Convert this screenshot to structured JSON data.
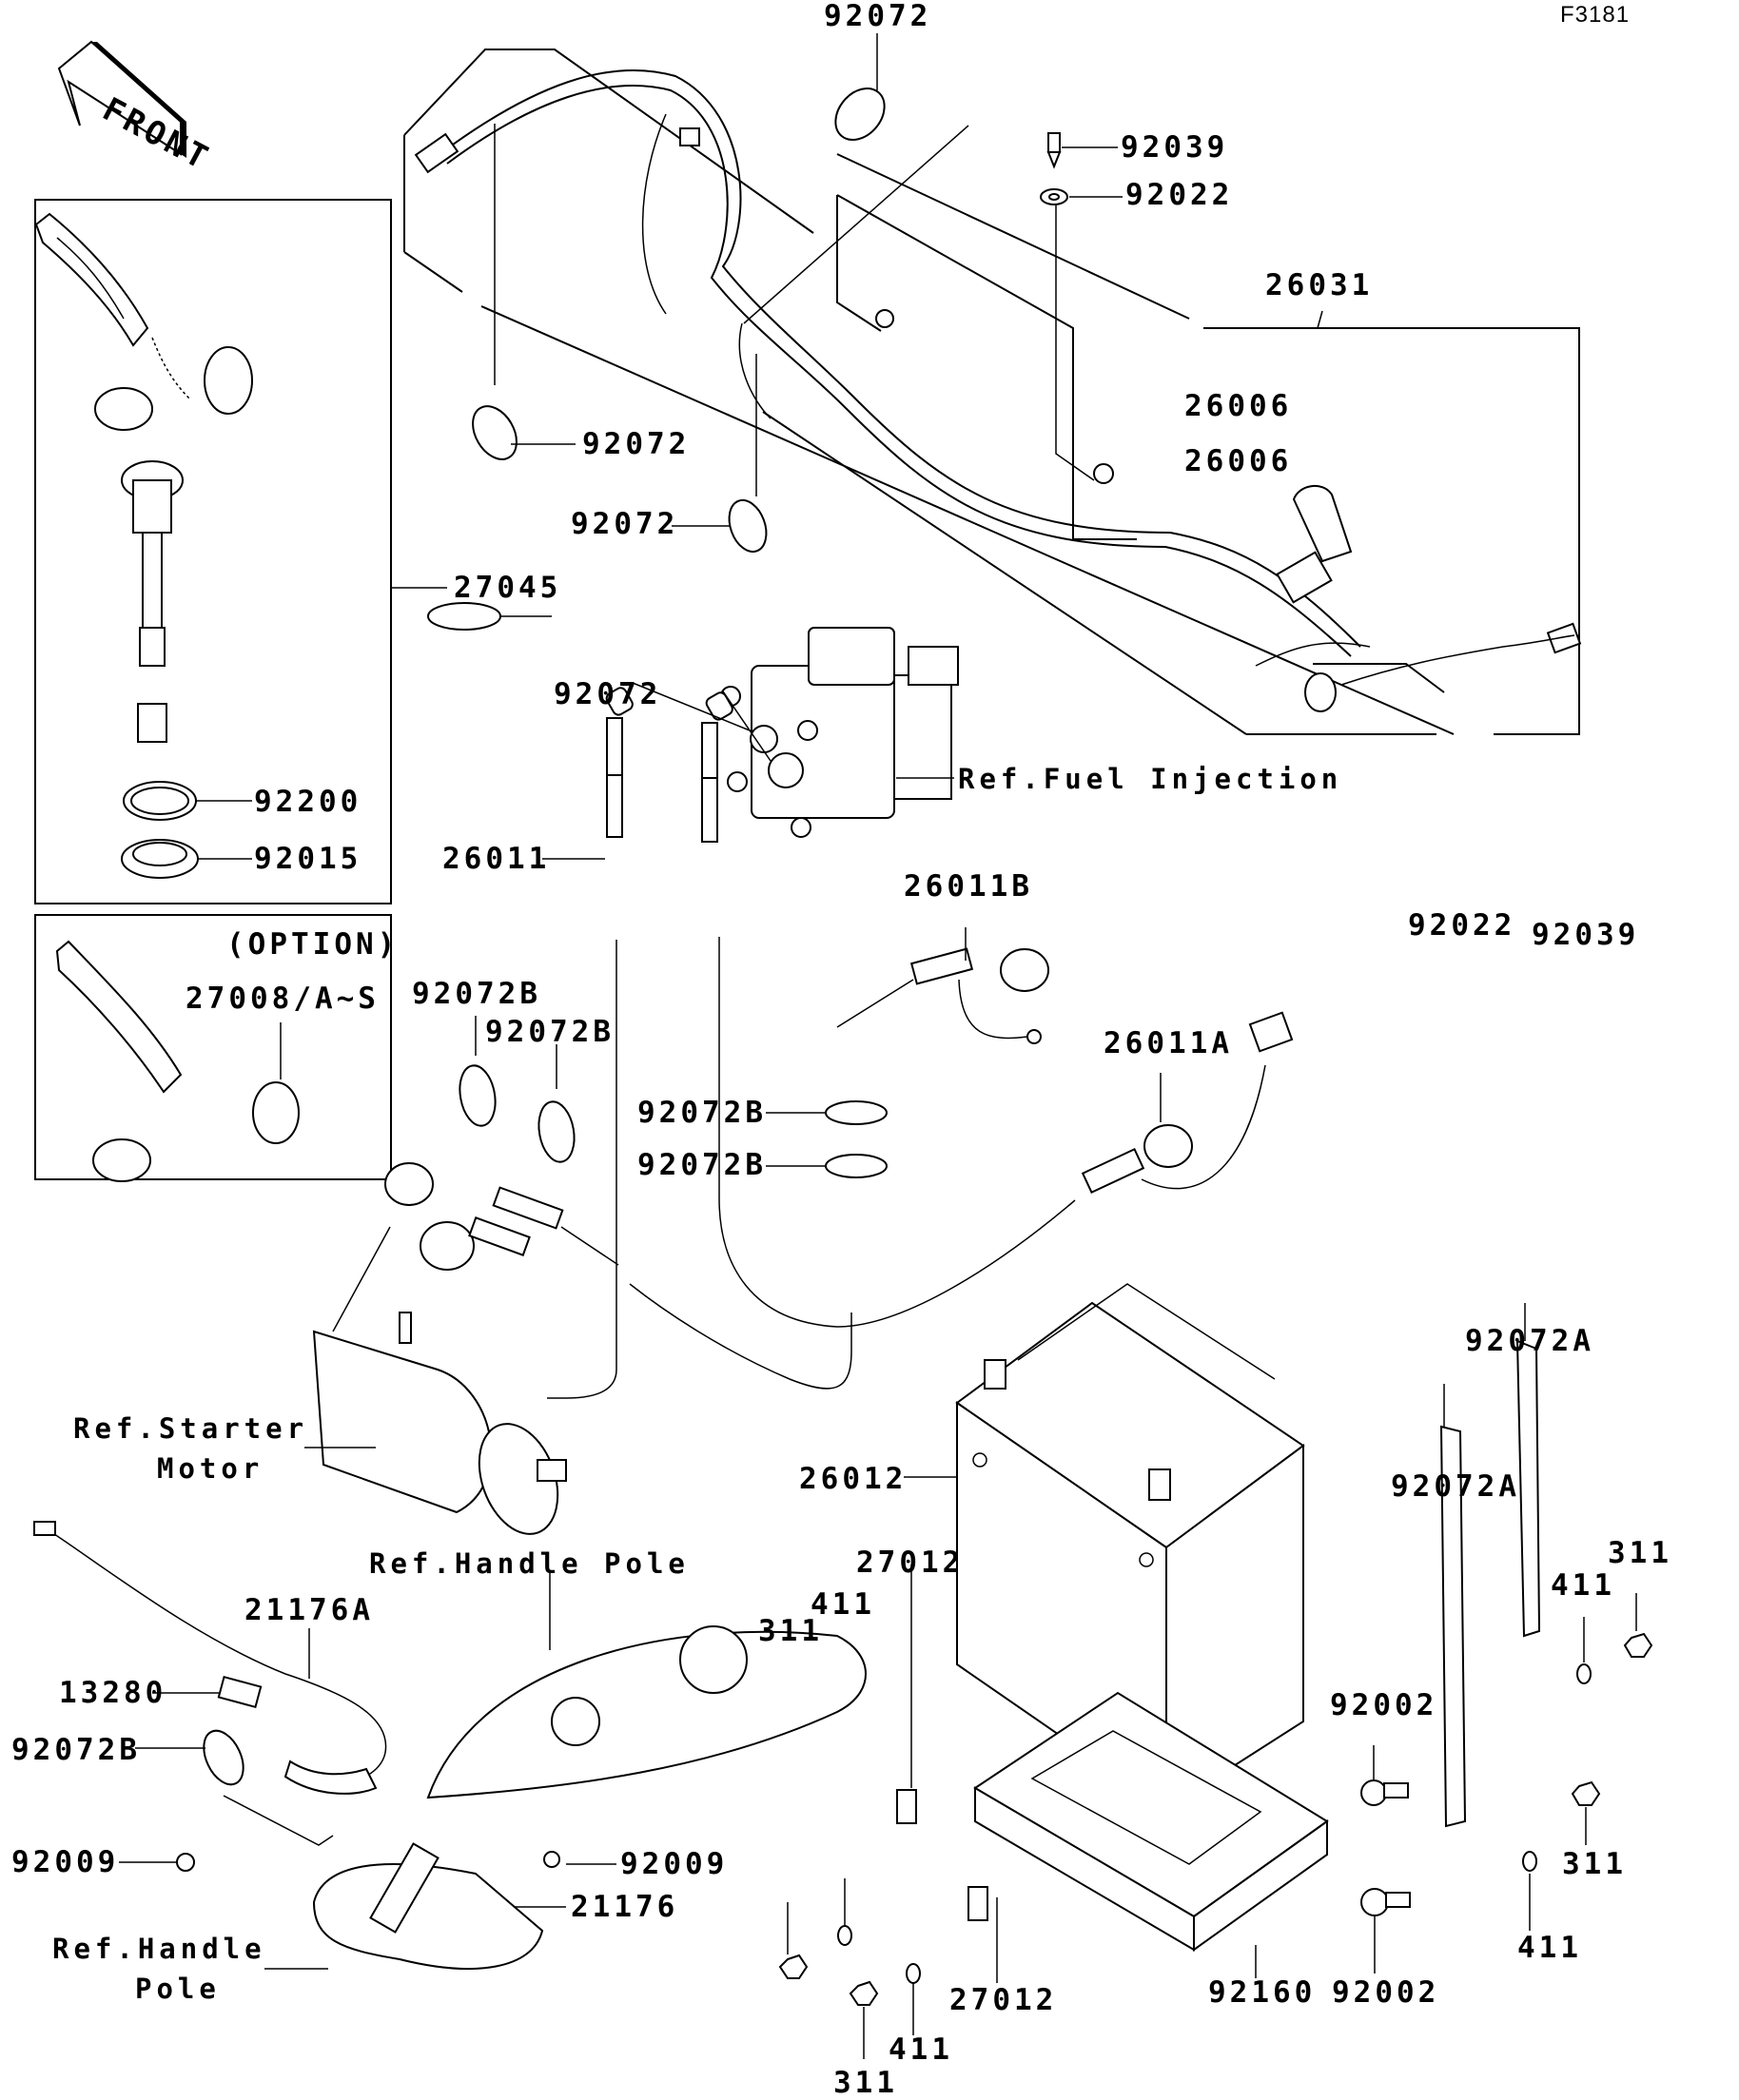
{
  "diagram": {
    "figure_code": "F3181",
    "front_indicator": "FRONT",
    "labels": {
      "l92072_top": "92072",
      "l92039_top": "92039",
      "l92022_top": "92022",
      "l26031": "26031",
      "l26006_a": "26006",
      "l26006_b": "26006",
      "l92072_a": "92072",
      "l92072_b": "92072",
      "l27045": "27045",
      "l92072_c": "92072",
      "l92200": "92200",
      "l92015": "92015",
      "l26011": "26011",
      "l92022_right": "92022",
      "l92039_right": "92039",
      "option": "(OPTION)",
      "l27008": "27008/A~S",
      "l26011B": "26011B",
      "l92072B_1": "92072B",
      "l92072B_2": "92072B",
      "l92072B_3": "92072B",
      "l92072B_4": "92072B",
      "l26011A": "26011A",
      "l92072A_1": "92072A",
      "l92072A_2": "92072A",
      "l26012": "26012",
      "l311_1": "311",
      "l411_1": "411",
      "l21176A": "21176A",
      "l13280": "13280",
      "l92072B_5": "92072B",
      "l92002_1": "92002",
      "l92009_1": "92009",
      "l92009_2": "92009",
      "l21176": "21176",
      "l27012_1": "27012",
      "l411_2": "411",
      "l311_2": "311",
      "l311_3": "311",
      "l411_3": "411",
      "l27012_2": "27012",
      "l92160": "92160",
      "l92002_2": "92002",
      "l411_4": "411",
      "l311_4": "311"
    },
    "references": {
      "fuel_injection": "Ref.Fuel Injection",
      "starter_motor_line1": "Ref.Starter",
      "starter_motor_line2": "Motor",
      "handle_pole_top": "Ref.Handle Pole",
      "handle_pole_bottom_line1": "Ref.Handle",
      "handle_pole_bottom_line2": "Pole"
    }
  }
}
